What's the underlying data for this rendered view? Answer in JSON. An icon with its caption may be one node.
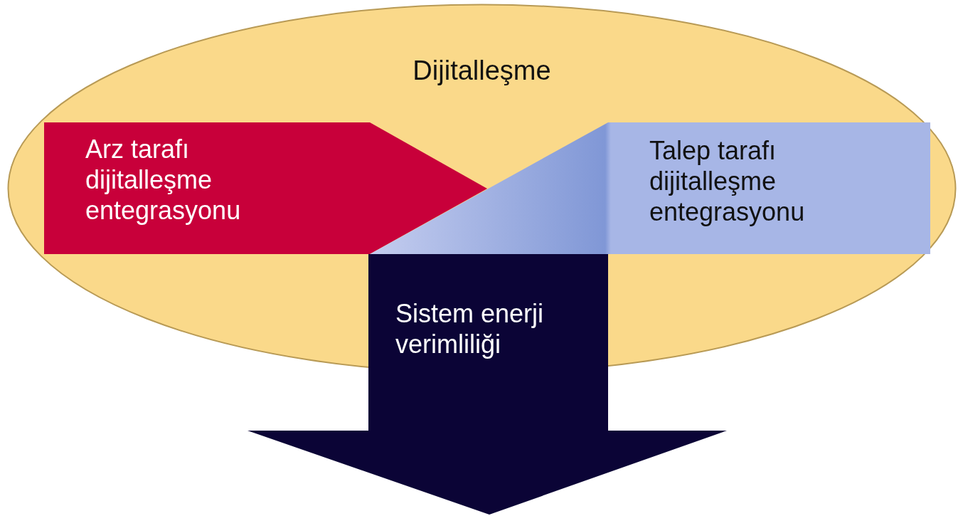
{
  "diagram": {
    "nodes": [
      {
        "text": [
          "Dijitalleşme"
        ]
      },
      {
        "text": [
          "Arz tarafı dijitalleşme entegrasyonu"
        ],
        "in": 0
      },
      {
        "text": [
          "Talep tarafı dijitalleşme entegrasyonu"
        ],
        "in": 0
      },
      {
        "text": [
          "Sistem enerji verimliliği"
        ]
      }
    ]
  }
}
